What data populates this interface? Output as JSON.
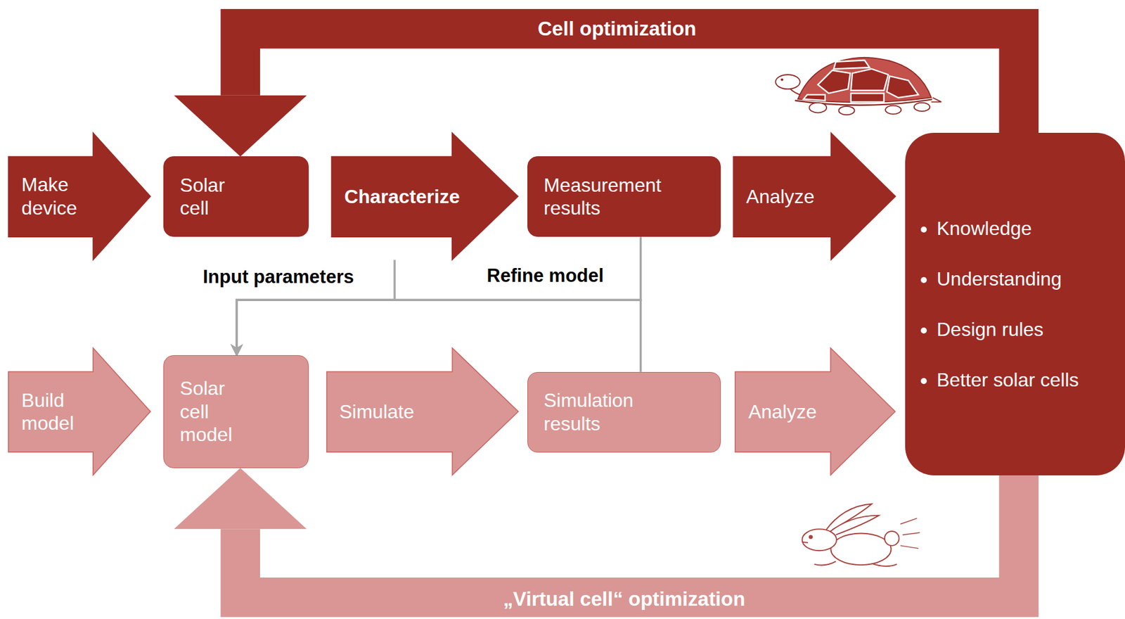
{
  "diagram": {
    "nodes": [
      {
        "text": [
          "Make device"
        ]
      },
      {
        "text": [
          "Solar cell"
        ]
      },
      {
        "text": [
          "Characterize"
        ]
      },
      {
        "text": [
          "Measurement results"
        ]
      },
      {
        "text": [
          "Analyze"
        ]
      },
      {
        "text": [
          "Knowledge",
          "Understanding",
          "Design rules",
          "Better solar cells"
        ]
      },
      {
        "text": [
          "Build model"
        ]
      },
      {
        "text": [
          "Solar cell model"
        ]
      },
      {
        "text": [
          "Simulate"
        ]
      },
      {
        "text": [
          "Simulation results"
        ]
      },
      {
        "text": [
          "Analyze"
        ]
      }
    ],
    "edges": [
      {
        "from": 5,
        "to": 1,
        "arrow": "to",
        "label": "Cell optimization"
      },
      {
        "from": 2,
        "to": 7,
        "arrow": "to",
        "label": "Input parameters"
      },
      {
        "from": 3,
        "to": 7,
        "arrow": "to",
        "label": "Refine model"
      },
      {
        "from": 9,
        "to": 7,
        "arrow": "to"
      },
      {
        "from": 5,
        "to": 7,
        "arrow": "to",
        "label": "„Virtual cell“ optimization"
      }
    ]
  }
}
